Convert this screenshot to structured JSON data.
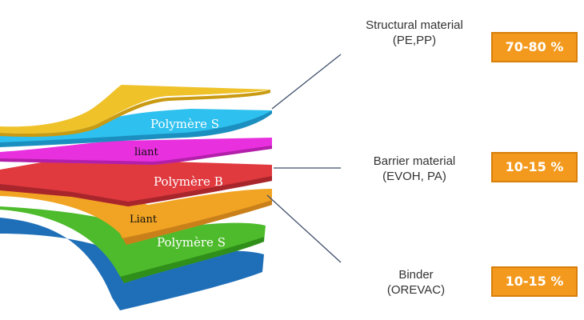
{
  "layers": [
    {
      "label": "Polymère S",
      "color": "#2ec0ee"
    },
    {
      "label": "liant",
      "color": "#e830de"
    },
    {
      "label": "Polymère B",
      "color": "#e03a3f"
    },
    {
      "label": "Liant",
      "color": "#f1a424"
    },
    {
      "label": "Polymère S",
      "color": "#4dbb2b"
    }
  ],
  "categories": [
    {
      "name": "Structural material",
      "sub": "(PE,PP)",
      "percent": "70-80 %"
    },
    {
      "name": "Barrier material",
      "sub": "(EVOH, PA)",
      "percent": "10-15 %"
    },
    {
      "name": "Binder",
      "sub": "(OREVAC)",
      "percent": "10-15 %"
    }
  ],
  "colors": {
    "badge": "#f39a1e",
    "leader_line": "#3f4f6b",
    "top_sheet": "#efc22a",
    "bottom_sheet": "#1f6fb8"
  }
}
